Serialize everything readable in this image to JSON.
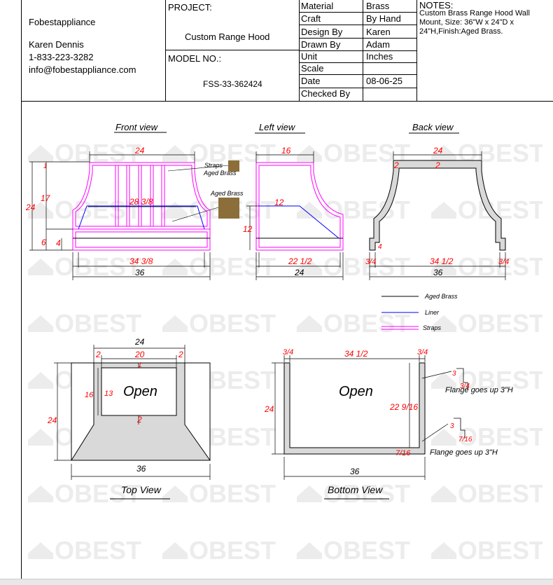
{
  "company": {
    "name": "Fobestappliance",
    "contact_name": "Karen Dennis",
    "phone": "1-833-223-3282",
    "email": "info@fobestappliance.com"
  },
  "project": {
    "label": "PROJECT:",
    "value": "Custom Range Hood",
    "model_label": "MODEL NO.:",
    "model_value": "FSS-33-362424"
  },
  "specs": [
    {
      "label": "Material",
      "value": "Brass"
    },
    {
      "label": "Craft",
      "value": "By Hand"
    },
    {
      "label": "Design By",
      "value": "Karen"
    },
    {
      "label": "Drawn By",
      "value": "Adam"
    },
    {
      "label": "Unit",
      "value": "Inches"
    },
    {
      "label": "Scale",
      "value": ""
    },
    {
      "label": "Date",
      "value": "08-06-25"
    },
    {
      "label": "Checked By",
      "value": ""
    }
  ],
  "notes": {
    "label": "NOTES:",
    "text": "Custom Brass Range Hood Wall Mount, Size: 36\"W x 24\"D x 24\"H,Finish:Aged Brass."
  },
  "watermark": "OBEST",
  "views": {
    "front": {
      "title": "Front view",
      "dims": {
        "top_width": "24",
        "total_height": "24",
        "upper_height": "17",
        "band_height": "6",
        "band_inner": "4",
        "inner_width": "28 3/8",
        "bottom_inner": "34 3/8",
        "bottom_width": "36",
        "top_mark": "1"
      },
      "callouts": {
        "straps": "Straps",
        "straps_finish": "Aged Brass",
        "body_finish": "Aged Brass"
      }
    },
    "left": {
      "title": "Left view",
      "dims": {
        "top_width": "16",
        "liner_width": "12",
        "liner_height": "12",
        "bottom_inner": "22 1/2",
        "bottom_width": "24"
      }
    },
    "back": {
      "title": "Back view",
      "dims": {
        "top_width": "24",
        "wall_left": "2",
        "wall_mid": "2",
        "side_flange": "4",
        "left_small": "3/4",
        "inner_bottom": "34 1/2",
        "right_small": "3/4",
        "bottom_width": "36"
      }
    },
    "top": {
      "title": "Top View",
      "label": "Open",
      "dims": {
        "outer_top": "24",
        "inner_top": "20",
        "left_wall": "2",
        "right_wall": "2",
        "top_wall": "1",
        "bottom_wall": "2",
        "inner_height": "13",
        "outer_inner_height": "16",
        "total_depth": "24",
        "total_width": "36"
      }
    },
    "bottom": {
      "title": "Bottom View",
      "label": "Open",
      "dims": {
        "left_lip": "3/4",
        "inner_width": "34 1/2",
        "right_lip": "3/4",
        "depth": "24",
        "inner_depth": "22 9/16",
        "back_lip": "7/16",
        "total_width": "36"
      },
      "flanges": [
        {
          "dim_a": "3",
          "dim_b": "3/4",
          "note": "Flange goes up 3\"H"
        },
        {
          "dim_a": "3",
          "dim_b": "7/16",
          "note": "Flange goes up 3\"H"
        }
      ]
    }
  },
  "legend": [
    {
      "label": "Aged Brass",
      "color": "#000000",
      "style": "single"
    },
    {
      "label": "Liner",
      "color": "#0000ff",
      "style": "single"
    },
    {
      "label": "Straps",
      "color": "#ff00ff",
      "style": "double"
    }
  ],
  "colors": {
    "dimension": "#ff0000",
    "strap": "#ff00ff",
    "liner": "#0000ff",
    "outline": "#000000",
    "wall_fill": "#d9d9d9",
    "swatch": "#8b6e3a",
    "watermark": "#ececec"
  }
}
